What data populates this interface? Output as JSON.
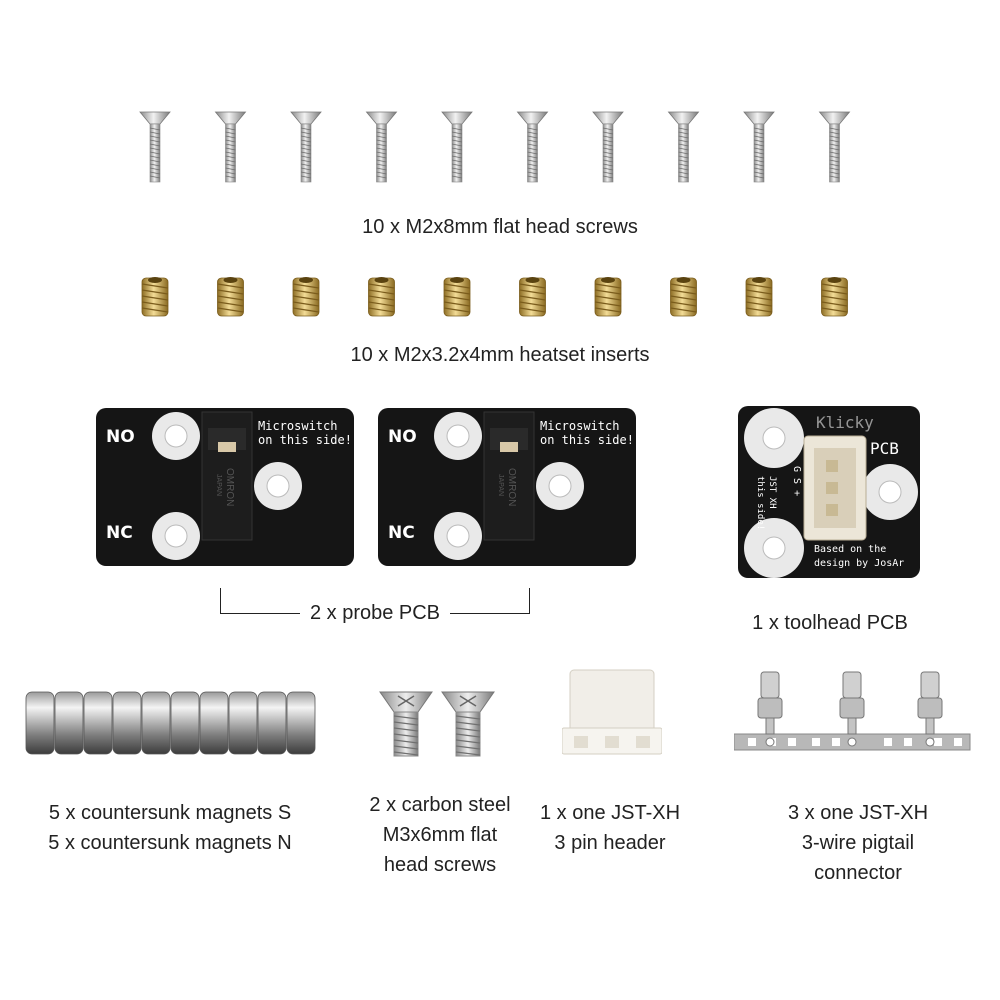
{
  "colors": {
    "background": "#ffffff",
    "pcb": "#151515",
    "brass": "#c9a54a",
    "steel": "#c7c7c7",
    "connector": "#e7e2d6"
  },
  "screws": {
    "count": 10,
    "caption": "10 x M2x8mm flat head screws"
  },
  "inserts": {
    "count": 10,
    "caption": "10 x M2x3.2x4mm heatset inserts"
  },
  "probe_pcb": {
    "label_no": "NO",
    "label_nc": "NC",
    "label_switch_line1": "Microswitch",
    "label_switch_line2": "on this side!",
    "switch_brand": "OMRON",
    "switch_origin": "JAPAN",
    "caption": "2 x probe PCB"
  },
  "toolhead_pcb": {
    "title_line1": "Klicky",
    "title_line2": "PCB",
    "side_line1": "JST XH",
    "side_line2": "this side!",
    "pins": "G S +",
    "credit_line1": "Based on the",
    "credit_line2": "design by JosAr",
    "caption": "1 x toolhead PCB"
  },
  "magnets": {
    "count": 10,
    "caption_line1": "5 x countersunk magnets S",
    "caption_line2": "5 x countersunk magnets N"
  },
  "m3_screws": {
    "count": 2,
    "caption_line1": "2 x carbon steel",
    "caption_line2": "M3x6mm flat",
    "caption_line3": "head screws"
  },
  "jst_header": {
    "caption_line1": "1 x one JST-XH",
    "caption_line2": "3 pin header"
  },
  "pigtail": {
    "caption_line1": "3 x one JST-XH",
    "caption_line2": "3-wire pigtail",
    "caption_line3": "connector"
  }
}
